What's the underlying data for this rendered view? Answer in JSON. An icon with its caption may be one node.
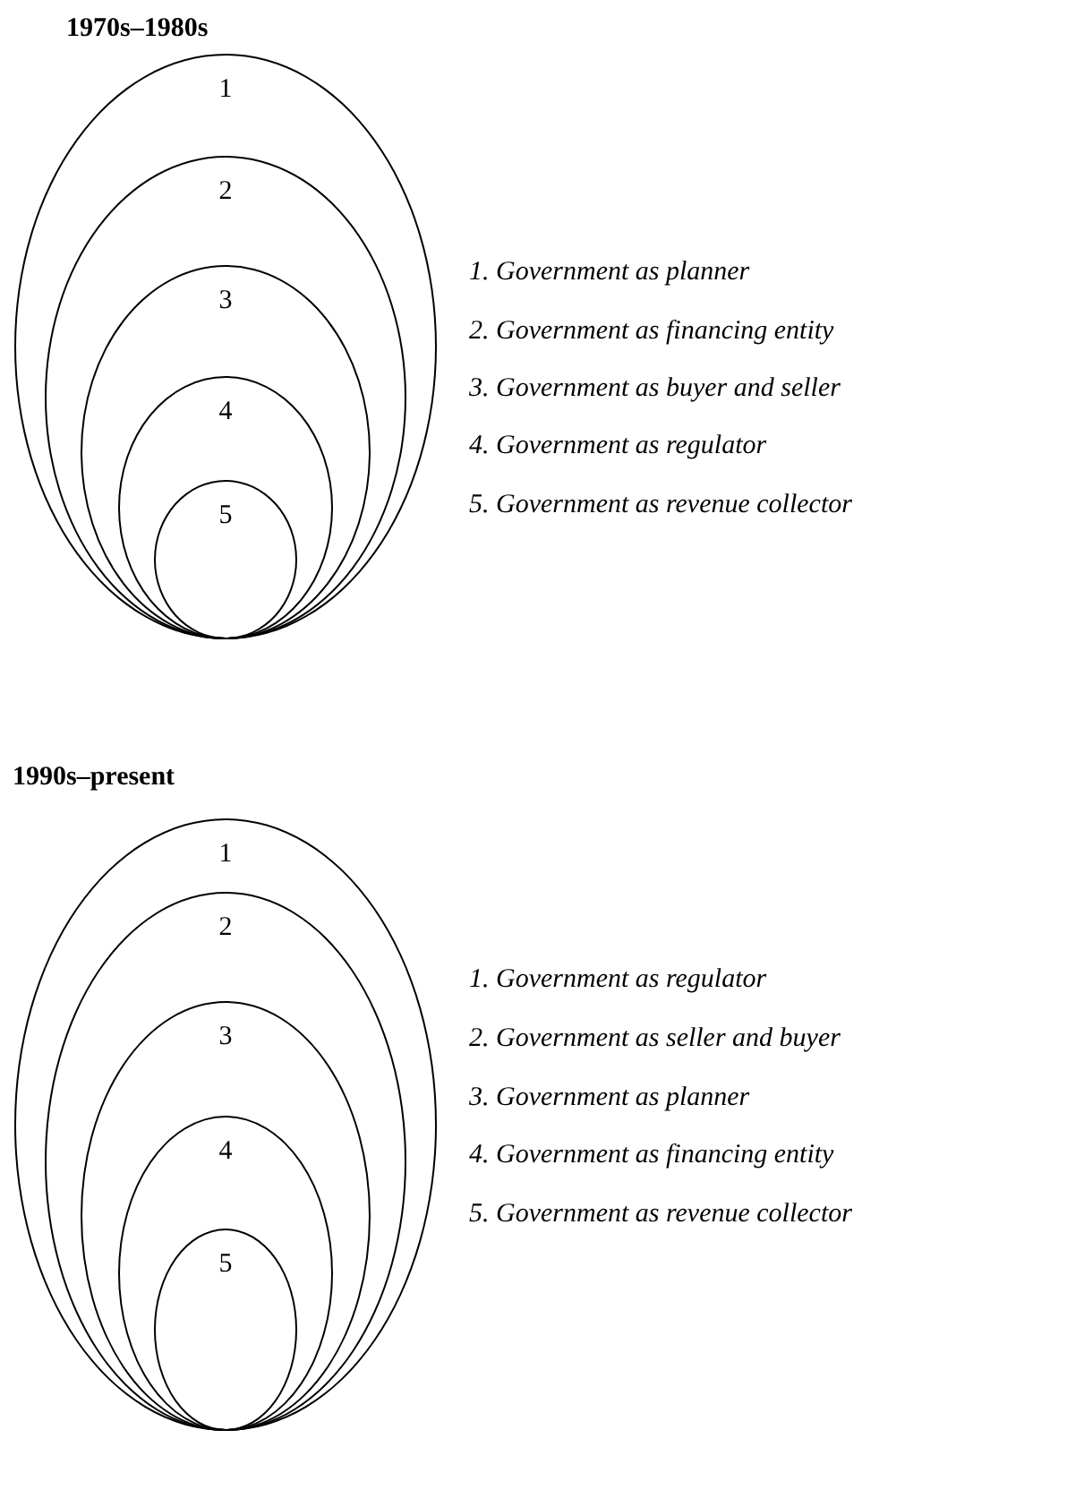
{
  "diagram": {
    "nodes": [
      {
        "text": [
          "1"
        ]
      },
      {
        "text": [
          "2"
        ],
        "in": 0
      },
      {
        "text": [
          "3"
        ],
        "in": 1
      },
      {
        "text": [
          "4"
        ],
        "in": 2
      },
      {
        "text": [
          "5"
        ],
        "in": 3
      },
      {
        "text": [
          "1"
        ]
      },
      {
        "text": [
          "2"
        ],
        "in": 5
      },
      {
        "text": [
          "3"
        ],
        "in": 6
      },
      {
        "text": [
          "4"
        ],
        "in": 7
      },
      {
        "text": [
          "5"
        ],
        "in": 8
      }
    ],
    "labels": [
      "1970s–1980s",
      "1. Government as planner",
      "2. Government as financing entity",
      "3. Government as buyer and seller",
      "4. Government as regulator",
      "5. Government as revenue collector",
      "1990s–present",
      "1. Government as regulator",
      "2. Government as seller and buyer",
      "3. Government as planner",
      "4. Government as financing entity",
      "5. Government as revenue collector"
    ]
  }
}
